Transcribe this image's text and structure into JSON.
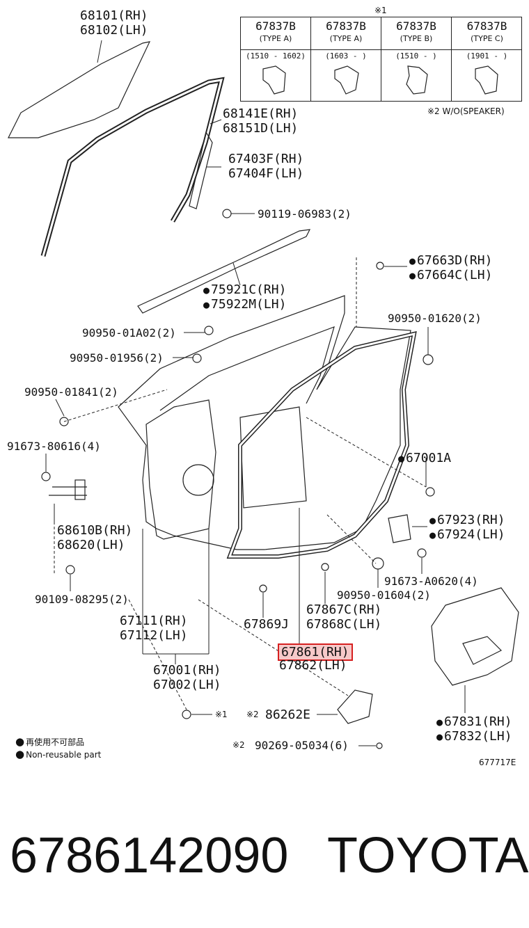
{
  "table": {
    "ref_mark": "※1",
    "columns": [
      {
        "part": "67837B",
        "type": "(TYPE A)",
        "range": "(1510 - 1602)"
      },
      {
        "part": "67837B",
        "type": "(TYPE A)",
        "range": "(1603 -      )"
      },
      {
        "part": "67837B",
        "type": "(TYPE B)",
        "range": "(1510 -      )"
      },
      {
        "part": "67837B",
        "type": "(TYPE C)",
        "range": "(1901 -      )"
      }
    ],
    "footnote": "※2 W/O(SPEAKER)"
  },
  "labels": {
    "glass_rh": "68101(RH)",
    "glass_lh": "68102(LH)",
    "run_rh": "68141E(RH)",
    "run_lh": "68151D(LH)",
    "channel_rh": "67403F(RH)",
    "channel_lh": "67404F(LH)",
    "bolt_06983": "90119-06983(2)",
    "clip_67663_rh": "67663D(RH)",
    "clip_67664_lh": "67664C(LH)",
    "belt_rh": "75921C(RH)",
    "belt_lh": "75922M(LH)",
    "plug_01a02": "90950-01A02(2)",
    "plug_01620": "90950-01620(2)",
    "plug_01956": "90950-01956(2)",
    "plug_01841": "90950-01841(2)",
    "bolt_80616": "91673-80616(4)",
    "weather_67001a": "67001A",
    "hinge_rh": "68610B(RH)",
    "hinge_lh": "68620(LH)",
    "cover_rh": "67923(RH)",
    "cover_lh": "67924(LH)",
    "bolt_a0620": "91673-A0620(4)",
    "bolt_08295": "90109-08295(2)",
    "plug_01604": "90950-01604(2)",
    "panel_rh": "67111(RH)",
    "panel_lh": "67112(LH)",
    "clip_67869": "67869J",
    "clip_67867_rh": "67867C(RH)",
    "clip_67868_lh": "67868C(LH)",
    "seal_rh": "67861(RH)",
    "seal_lh": "67862(LH)",
    "door_rh": "67001(RH)",
    "door_lh": "67002(LH)",
    "ref_1": "※1",
    "ref_2a": "※2",
    "speaker_cover": "86262E",
    "service_rh": "67831(RH)",
    "service_lh": "67832(LH)",
    "ref_2b": "※2",
    "screw_05034": "90269-05034(6)"
  },
  "legend": {
    "line1": "再使用不可部品",
    "line2": "Non-reusable part"
  },
  "figure_code": "677717E",
  "footer": {
    "part_number": "6786142090",
    "brand": "TOYOTA"
  },
  "highlight_color": "#d62020"
}
